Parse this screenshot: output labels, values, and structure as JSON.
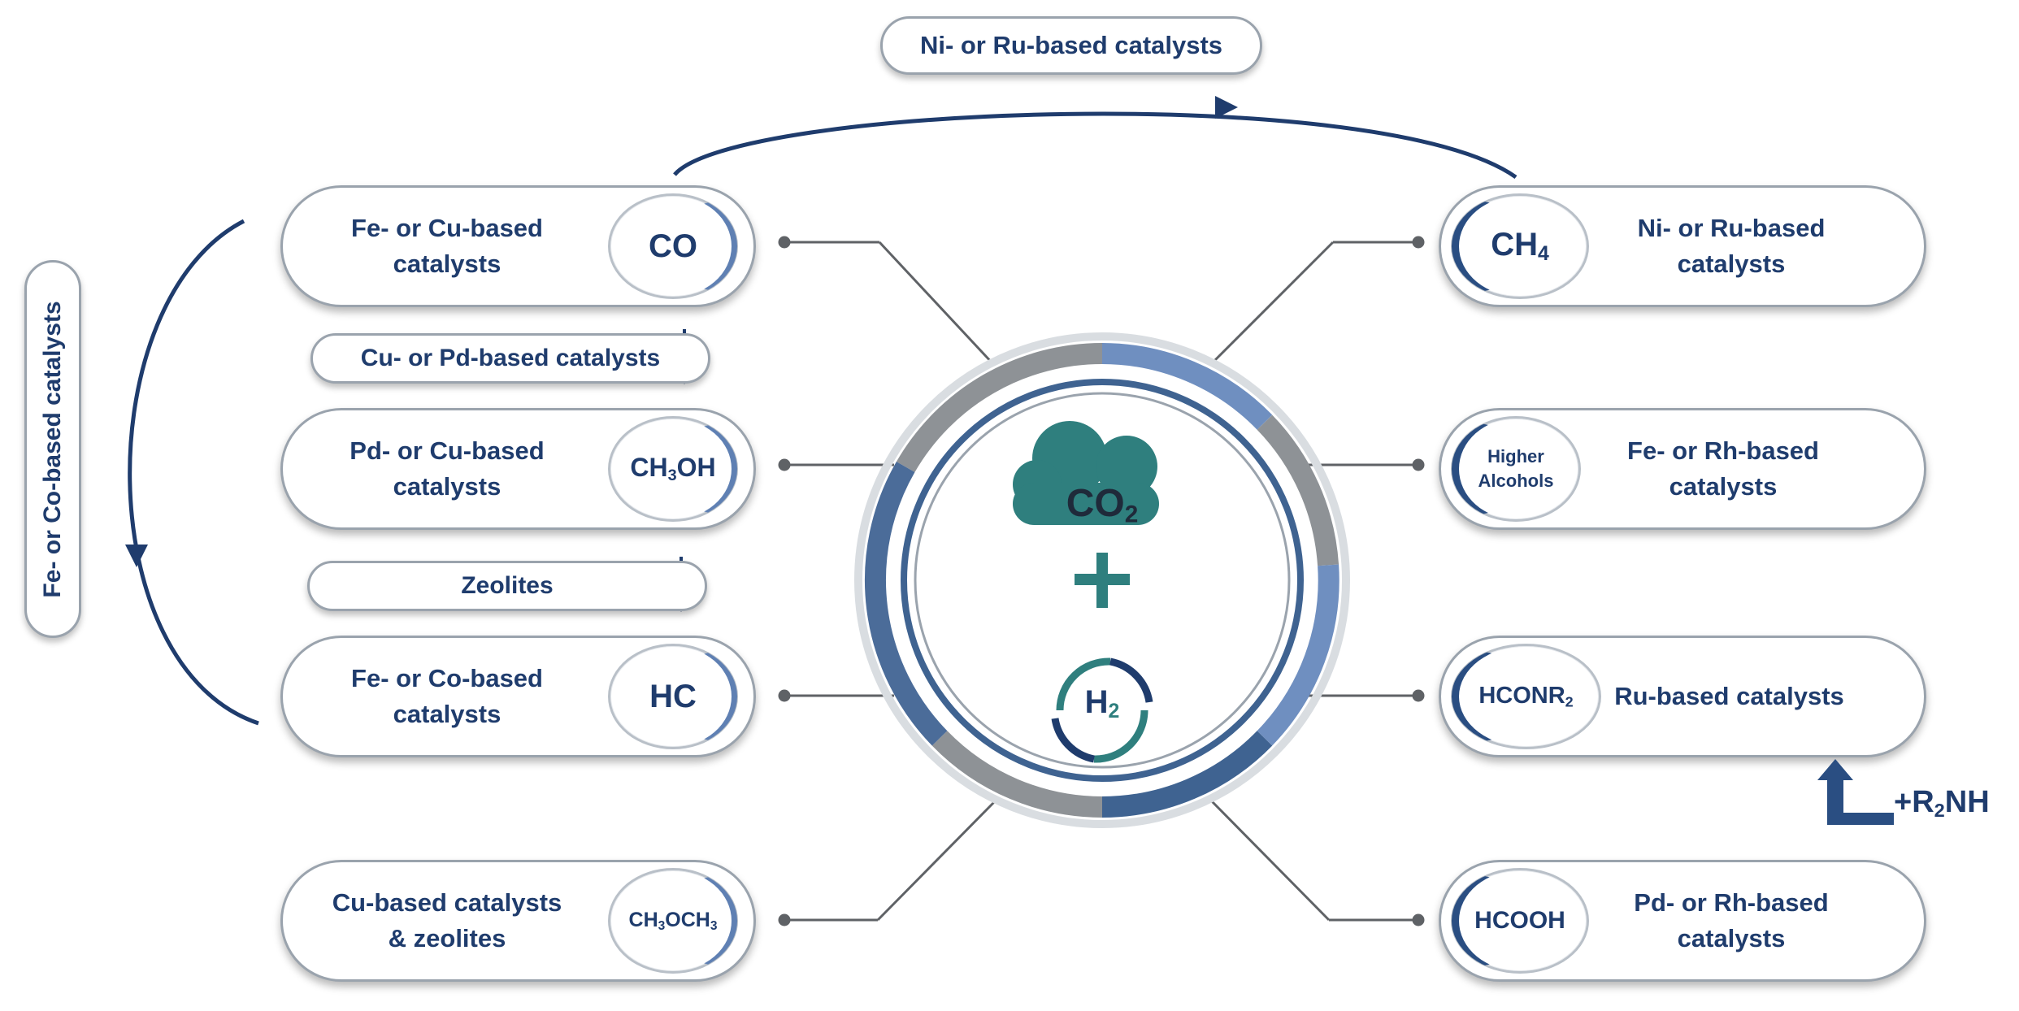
{
  "top_label": "Ni- or Ru-based catalysts",
  "side_label": "Fe- or Co-based catalysts",
  "step_labels": {
    "co_to_methanol": "Cu- or Pd-based catalysts",
    "methanol_to_hc": "Zeolites"
  },
  "center": {
    "co2": "CO",
    "co2_sub": "2",
    "plus": "+",
    "h2": "H",
    "h2_sub": "2"
  },
  "products_left": [
    {
      "catalyst": "Fe- or Cu-based\ncatalysts",
      "formula": "CO",
      "sub": ""
    },
    {
      "catalyst": "Pd- or Cu-based\ncatalysts",
      "formula": "CH",
      "sub": "3",
      "formula_tail": "OH"
    },
    {
      "catalyst": "Fe- or Co-based\ncatalysts",
      "formula": "HC",
      "sub": ""
    },
    {
      "catalyst": "Cu-based catalysts\n& zeolites",
      "formula": "CH",
      "sub": "3",
      "formula_tail": "OCH",
      "sub2": "3"
    }
  ],
  "products_right": [
    {
      "catalyst": "Ni- or Ru-based\ncatalysts",
      "formula": "CH",
      "sub": "4"
    },
    {
      "catalyst": "Fe- or Rh-based\ncatalysts",
      "formula": "Higher\nAlcohols",
      "sub": ""
    },
    {
      "catalyst": "Ru-based catalysts",
      "formula": "HCONR",
      "sub": "2"
    },
    {
      "catalyst": "Pd- or Rh-based\ncatalysts",
      "formula": "HCOOH",
      "sub": ""
    }
  ],
  "amine_note": {
    "text": "+R",
    "sub": "2",
    "tail": "NH"
  },
  "colors": {
    "navy": "#1f3c6d",
    "teal": "#2f7f7e",
    "ring_dark": "#3f6391",
    "ring_mid": "#6f8fc0",
    "ring_grey": "#8e9296"
  }
}
